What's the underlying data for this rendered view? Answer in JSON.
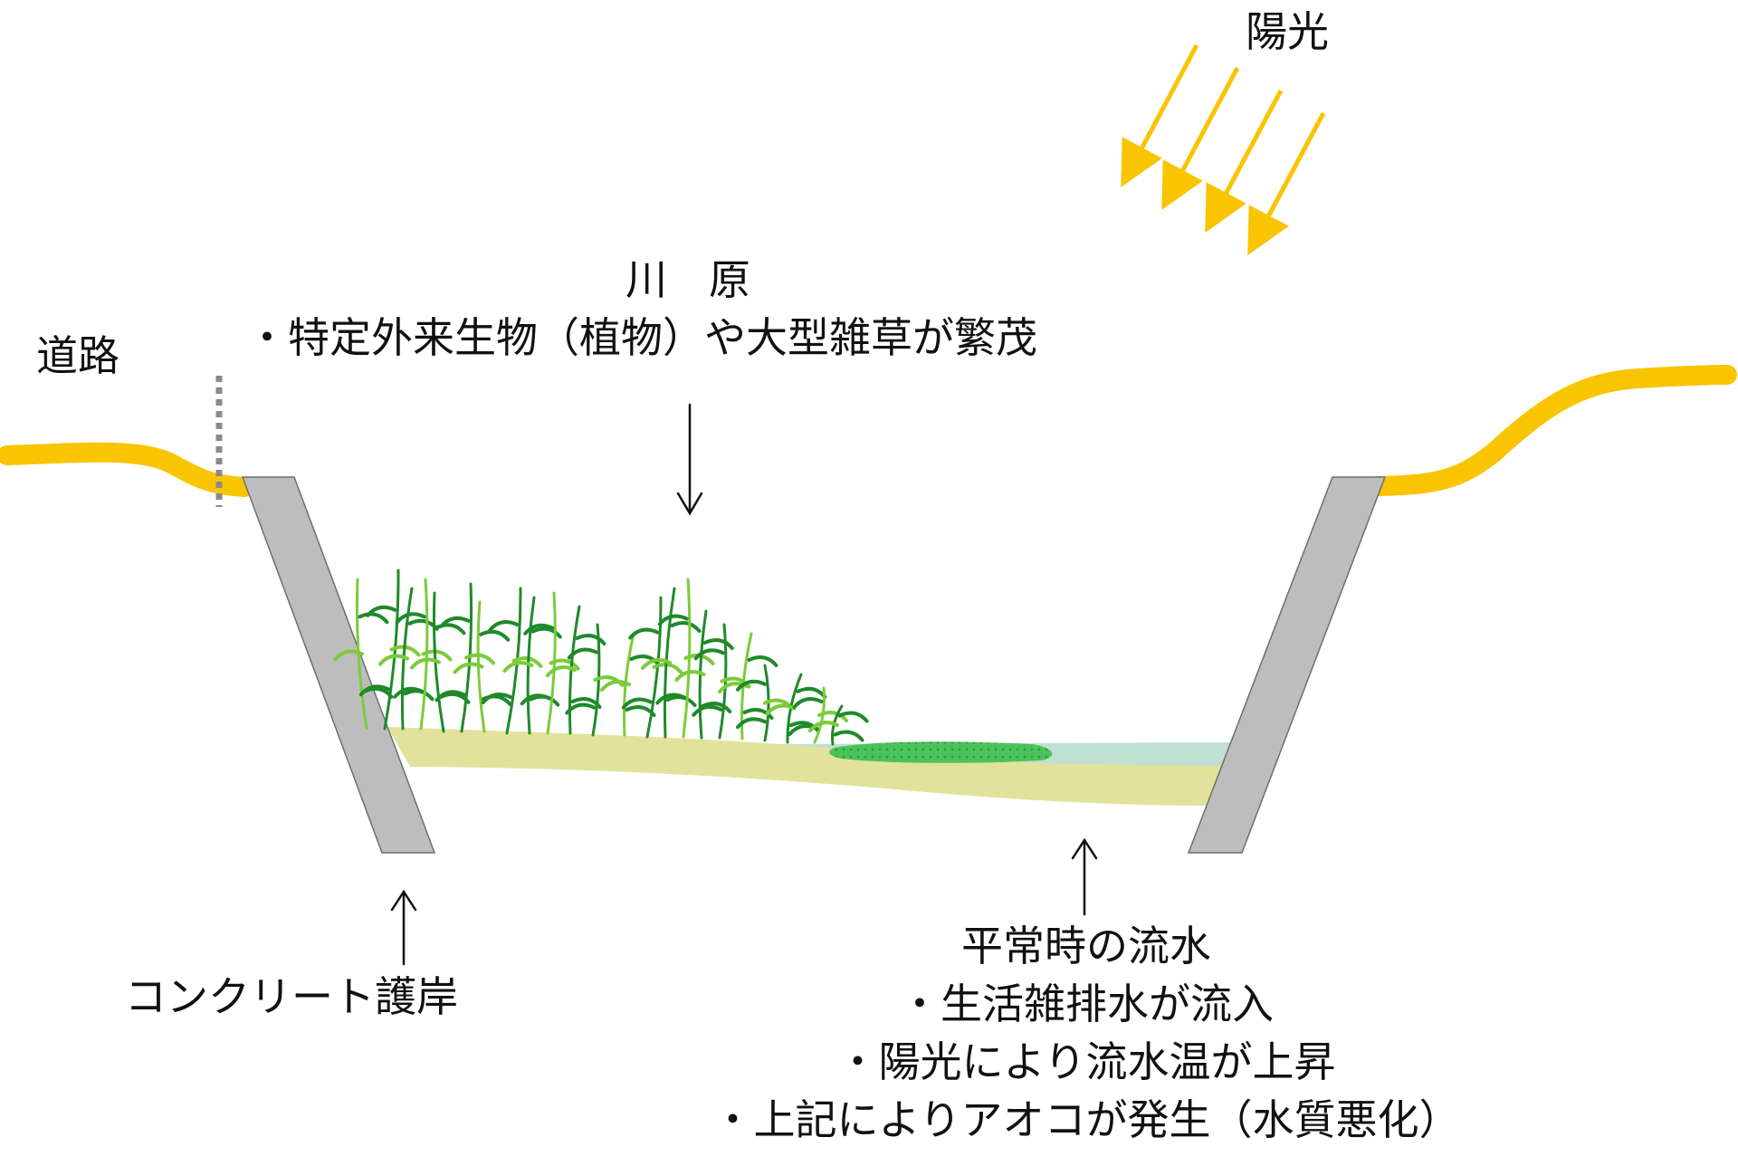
{
  "labels": {
    "sunlight": "陽光",
    "road": "道路",
    "riverbed_title": "川　原",
    "riverbed_note": "・特定外来生物（植物）や大型雑草が繁茂",
    "revetment": "コンクリート護岸",
    "water_title": "平常時の流水",
    "water_notes": [
      "・生活雑排水が流入",
      "・陽光により流水温が上昇",
      "・上記によりアオコが発生（水質悪化）"
    ]
  },
  "colors": {
    "road": "#F9C400",
    "sun_arrow": "#F9C400",
    "concrete": "#BDBDBD",
    "concrete_edge": "#6E6E6E",
    "soil": "#E2E29C",
    "water": "#BFE0D2",
    "algae": "#4CC25A",
    "grass_dark": "#1F8A2A",
    "grass_light": "#7CCB3A",
    "post": "#8A8A8A"
  },
  "icons": {
    "sun_rays": "diagonal-arrows",
    "vegetation": "grass-clump",
    "algae": "algae-patch"
  }
}
